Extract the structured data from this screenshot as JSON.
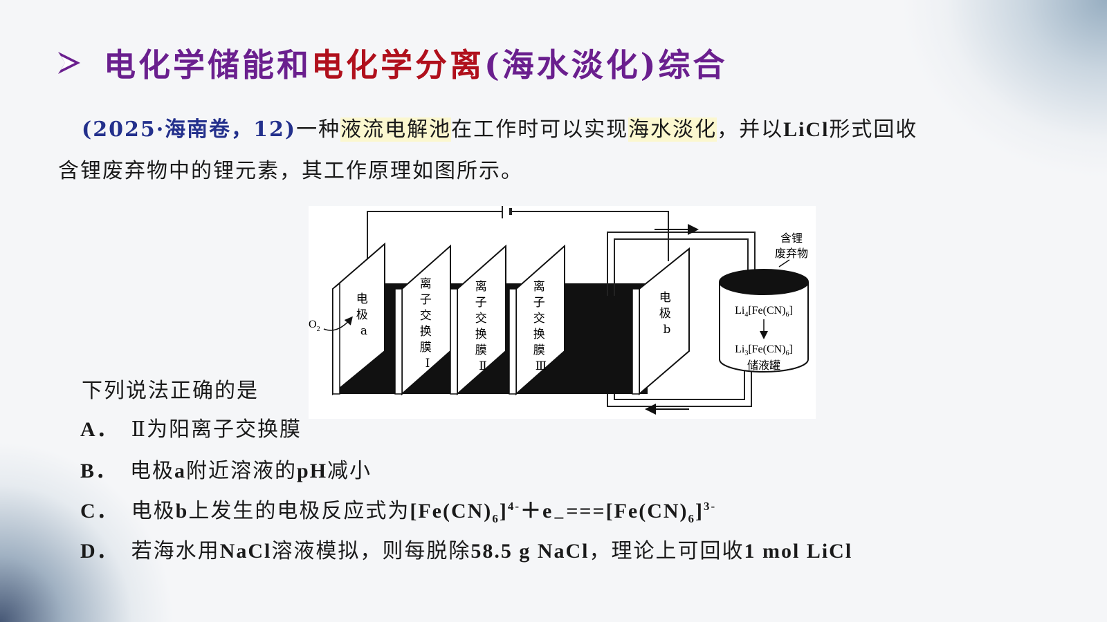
{
  "title": {
    "part1": "电化学储能和",
    "part2": "电化学分离",
    "part3": "(海水淡化)综合"
  },
  "question": {
    "source": "(2025·海南卷，12)",
    "text_a": "一种",
    "hl1": "液流电解池",
    "text_b": "在工作时可以实现",
    "hl2": "海水淡化",
    "text_c": "，并以",
    "licl": "LiCl",
    "text_d": "形式回收含锂废弃物中的锂元素，其工作原理如图所示。"
  },
  "figure": {
    "o2": "O",
    "o2_sub": "2",
    "electrode_a": [
      "电",
      "极",
      "a"
    ],
    "membrane_1": [
      "离",
      "子",
      "交",
      "换",
      "膜",
      "Ⅰ"
    ],
    "membrane_2": [
      "离",
      "子",
      "交",
      "换",
      "膜",
      "Ⅱ"
    ],
    "membrane_3": [
      "离",
      "子",
      "交",
      "换",
      "膜",
      "Ⅲ"
    ],
    "electrode_b": [
      "电",
      "极",
      "b"
    ],
    "waste_label_1": "含锂",
    "waste_label_2": "废弃物",
    "tank_species_top": "Li",
    "tank_species_top_sub": "4",
    "tank_species_top_rest": "[Fe(CN)",
    "tank_species_top_sub2": "6",
    "tank_species_top_end": "]",
    "tank_species_bottom": "Li",
    "tank_species_bottom_sub": "3",
    "tank_species_bottom_rest": "[Fe(CN)",
    "tank_species_bottom_sub2": "6",
    "tank_species_bottom_end": "]",
    "tank_label": "储液罐"
  },
  "prompt": "下列说法正确的是",
  "options": {
    "A": {
      "key": "A．",
      "text": "Ⅱ为阳离子交换膜"
    },
    "B": {
      "key": "B．",
      "t1": "电极",
      "t2": "a",
      "t3": "附近溶液的",
      "t4": "pH",
      "t5": "减小"
    },
    "C": {
      "key": "C．",
      "t1": "电极",
      "t2": "b",
      "t3": "上发生的电极反应式为",
      "f1": "[Fe(CN)",
      "s1": "6",
      "f2": "]",
      "sup1": "4-",
      "f3": "＋e",
      "sub2": "－",
      "f4": "===[Fe(CN)",
      "s2": "6",
      "f5": "]",
      "sup2": "3-"
    },
    "D": {
      "key": "D．",
      "t1": "若海水用",
      "t2": "NaCl",
      "t3": "溶液模拟，则每脱除",
      "t4": "58.5 g NaCl",
      "t5": "，理论上可回收",
      "t6": "1 mol LiCl"
    }
  },
  "colors": {
    "title_purple": "#6a1f8e",
    "title_red": "#b0101c",
    "source_blue": "#23308c",
    "highlight": "#fbf7cf"
  },
  "icons": {
    "bullet": "arrow-bullet-icon"
  }
}
